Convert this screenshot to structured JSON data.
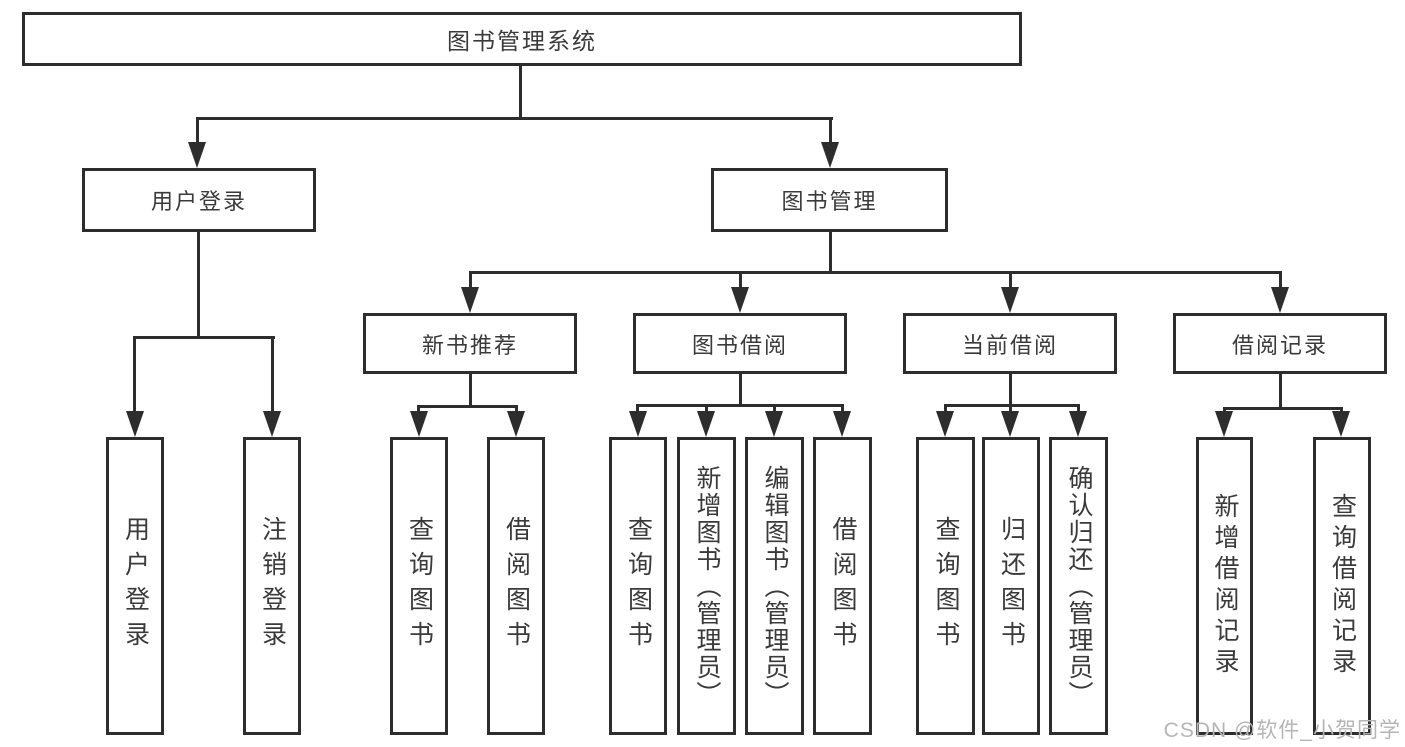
{
  "diagram": {
    "type": "hierarchy-flowchart",
    "root": {
      "label": "图书管理系统"
    },
    "branches": [
      {
        "label": "用户登录",
        "children": [
          {
            "label": "用户登录"
          },
          {
            "label": "注销登录"
          }
        ]
      },
      {
        "label": "图书管理",
        "children": [
          {
            "label": "新书推荐",
            "children": [
              {
                "label": "查询图书"
              },
              {
                "label": "借阅图书"
              }
            ]
          },
          {
            "label": "图书借阅",
            "children": [
              {
                "label": "查询图书"
              },
              {
                "label": "新增图书（管理员）"
              },
              {
                "label": "编辑图书（管理员）"
              },
              {
                "label": "借阅图书"
              }
            ]
          },
          {
            "label": "当前借阅",
            "children": [
              {
                "label": "查询图书"
              },
              {
                "label": "归还图书"
              },
              {
                "label": "确认归还（管理员）"
              }
            ]
          },
          {
            "label": "借阅记录",
            "children": [
              {
                "label": "新增借阅记录"
              },
              {
                "label": "查询借阅记录"
              }
            ]
          }
        ]
      }
    ],
    "colors": {
      "line": "#2d2d2d",
      "text": "#3a3a3a",
      "background": "#ffffff",
      "watermark": "#b5b5b5"
    }
  },
  "watermark": {
    "text": "CSDN @软件_小贺同学"
  }
}
